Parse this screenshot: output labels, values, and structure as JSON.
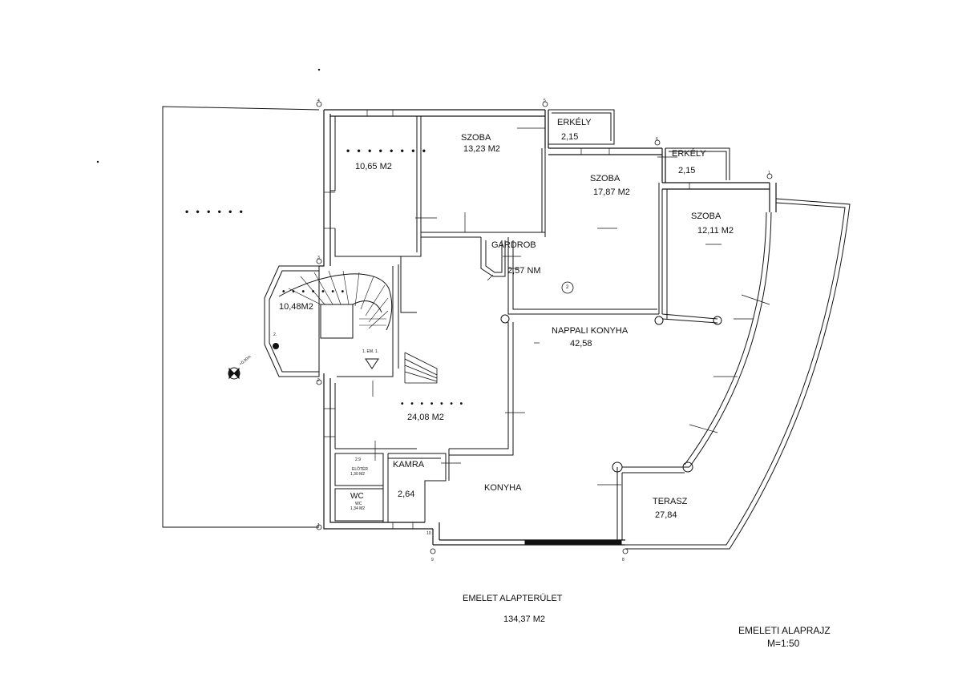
{
  "rooms": {
    "room_a_name": "• • • • • • • •",
    "room_a_area": "10,65 M2",
    "outdoor_name": "• • • • • •",
    "szoba1_name": "SZOBA",
    "szoba1_area": "13,23 M2",
    "erkely1_name": "ERKÉLY",
    "erkely1_area": "2,15",
    "erkely2_name": "ERKÉLY",
    "erkely2_area": "2,15",
    "szoba2_name": "SZOBA",
    "szoba2_area": "17,87 M2",
    "szoba3_name": "SZOBA",
    "szoba3_area": "12,11 M2",
    "gardrob_name": "GARDROB",
    "gardrob_area": "2,57 NM",
    "stair_name": "• • • • • • •",
    "stair_area": "10,48M2",
    "stair_marker": "1. EM. 1.",
    "level_mark": "+0,00m",
    "nappali_name": "NAPPALI KONYHA",
    "nappali_area": "42,58",
    "hall_name": "• • • • • • •",
    "hall_area": "24,08 M2",
    "eloter_num": "2.9",
    "eloter_name": "ELŐTÉR",
    "eloter_area": "1,30 M2",
    "wc_big": "WC",
    "wc_name": "WC",
    "wc_area": "1,34 M2",
    "kamra_name": "KAMRA",
    "kamra_area": "2,64",
    "konyha_name": "KONYHA",
    "terasz_name": "TERASZ",
    "terasz_area": "27,84",
    "marker_2": "2"
  },
  "grid_marks": [
    "4",
    "5",
    "6",
    "1",
    "3",
    "2",
    "10",
    "9",
    "8",
    "1",
    "2."
  ],
  "footer": {
    "area_title": "EMELET ALAPTERÜLET",
    "area_value": "134,37 M2",
    "plan_title": "EMELETI  ALAPRAJZ",
    "scale": "M=1:50"
  }
}
